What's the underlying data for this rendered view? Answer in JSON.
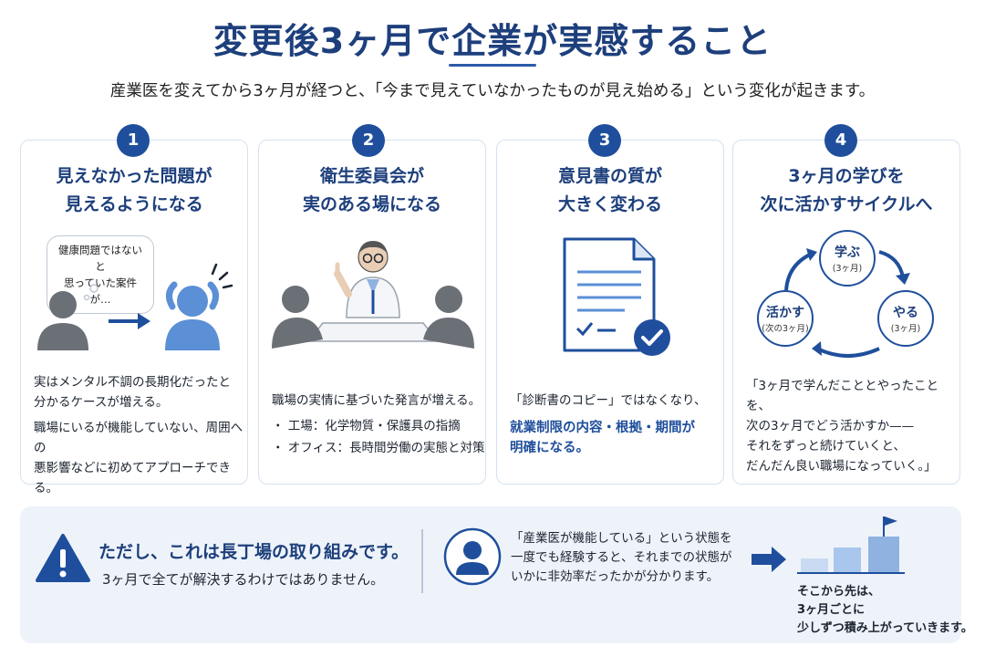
{
  "header": {
    "title": "変更後3ヶ月で企業が実感すること",
    "subtitle": "産業医を変えてから3ヶ月が経つと、「今まで見えていなかったものが見え始める」という変化が起きます。"
  },
  "cards": [
    {
      "number": "1",
      "title_lines": [
        "見えなかった問題が",
        "見えるようになる"
      ],
      "bubble": [
        "健康問題ではないと",
        "思っていた案件が…"
      ],
      "body": [
        "実はメンタル不調の長期化だったと",
        "分かるケースが増える。",
        "職場にいるが機能していない、周囲への",
        "悪影響などに初めてアプローチできる。"
      ]
    },
    {
      "number": "2",
      "title_lines": [
        "衛生委員会が",
        "実のある場になる"
      ],
      "body": [
        "職場の実情に基づいた発言が増える。",
        "・ 工場：化学物質・保護具の指摘",
        "・ オフィス：長時間労働の実態と対策"
      ]
    },
    {
      "number": "3",
      "title_lines": [
        "意見書の質が",
        "大きく変わる"
      ],
      "body": [
        "「診断書のコピー」ではなくなり、",
        "就業制限の内容・根拠・期間が",
        "明確になる。"
      ]
    },
    {
      "number": "4",
      "title_lines": [
        "3ヶ月の学びを",
        "次に活かすサイクルへ"
      ],
      "cycle": {
        "learn": "学ぶ",
        "learn_sub": "(3ヶ月)",
        "do": "やる",
        "do_sub": "(3ヶ月)",
        "apply": "活かす",
        "apply_sub": "(次の3ヶ月)"
      },
      "body": [
        "「3ヶ月で学んだこととやったことを、",
        "次の3ヶ月でどう活かすか——",
        "それをずっと続けていくと、",
        "だんだん良い職場になっていく。」"
      ]
    }
  ],
  "bottom": {
    "warning_title": "ただし、これは長丁場の取り組みです。",
    "warning_sub": "3ヶ月で全てが解決するわけではありません。",
    "middle": [
      "「産業医が機能している」という状態を",
      "一度でも経験すると、それまでの状態が",
      "いかに非効率だったかが分かります。"
    ],
    "end": [
      "そこから先は、",
      "3ヶ月ごとに",
      "少しずつ積み上がっていきます。"
    ]
  },
  "colors": {
    "navy": "#1d3f7c",
    "accent": "#1f4f9c",
    "light_blue": "#5b8fd6",
    "gray_person": "#6b6f76",
    "panel": "#eef3fa"
  },
  "icons": [
    "person-icon",
    "arrow-right-icon",
    "stressed-person-icon",
    "doctor-icon",
    "meeting-table-icon",
    "document-icon",
    "check-badge-icon",
    "cycle-arrows-icon",
    "warning-icon",
    "user-avatar-icon",
    "steps-chart-icon",
    "flag-icon"
  ]
}
